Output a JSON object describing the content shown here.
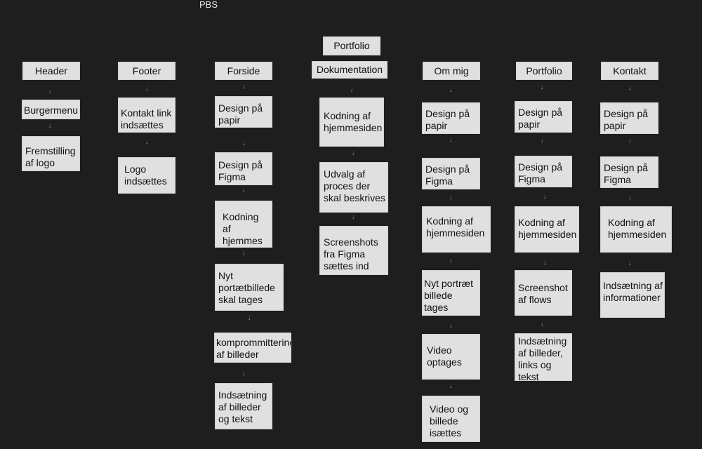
{
  "frame_label": "PBS",
  "root": "Portfolio",
  "columns": {
    "header": {
      "title": "Header",
      "items": [
        "Burgermenu",
        "Fremstilling af logo"
      ]
    },
    "footer": {
      "title": "Footer",
      "items": [
        "Kontakt link indsættes",
        "Logo indsættes"
      ]
    },
    "forside": {
      "title": "Forside",
      "items": [
        "Design på papir",
        "Design på Figma",
        "Kodning af hjemmes ide",
        "Nyt portætbillede skal tages",
        "komprommittering af billeder",
        "Indsætning af billeder og tekst"
      ]
    },
    "dokumentation": {
      "title": "Dokumentation",
      "items": [
        "Kodning af hjemmesiden",
        "Udvalg af proces der skal beskrives",
        "Screenshots fra Figma sættes ind"
      ]
    },
    "om_mig": {
      "title": "Om mig",
      "items": [
        "Design på papir",
        "Design på Figma",
        "Kodning af hjemmesiden",
        "Nyt portræt billede tages",
        "Video optages",
        "Video og billede isættes"
      ]
    },
    "portfolio": {
      "title": "Portfolio",
      "items": [
        "Design på papir",
        "Design på Figma",
        "Kodning af hjemmesiden",
        "Screenshot af flows",
        "Indsætning af billeder, links og tekst"
      ]
    },
    "kontakt": {
      "title": "Kontakt",
      "items": [
        "Design på papir",
        "Design på Figma",
        "Kodning af hjemmesiden",
        "Indsætning af informationer"
      ]
    }
  },
  "colors": {
    "background": "#1e1e1e",
    "box": "#e0e0e0",
    "connector": "#8a8a8a"
  }
}
